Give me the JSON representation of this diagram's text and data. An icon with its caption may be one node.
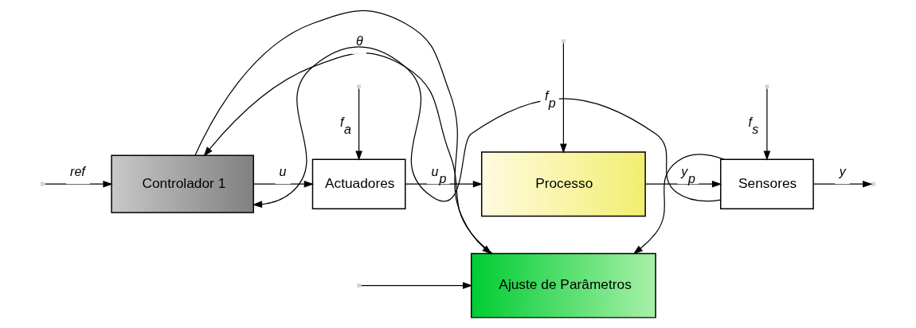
{
  "diagram": {
    "nodes": [
      {
        "text": [
          "Ajuste de Parâmetros"
        ]
      },
      {
        "text": [
          "Controlador 1"
        ]
      },
      {
        "text": [
          "Actuadores"
        ]
      },
      {
        "text": [
          "Processo"
        ]
      },
      {
        "text": [
          "Sensores"
        ]
      }
    ],
    "edges": [
      {
        "from": null,
        "to": 1,
        "arrow": "to",
        "label": "ref"
      },
      {
        "from": null,
        "to": 0,
        "arrow": "to"
      },
      {
        "from": 0,
        "to": 1,
        "arrow": "to",
        "label": "θ"
      },
      {
        "from": 1,
        "to": 2,
        "arrow": "to",
        "label": "u"
      },
      {
        "from": 1,
        "to": 0,
        "arrow": "to"
      },
      {
        "from": null,
        "to": 2,
        "arrow": "to",
        "label": "f$_{a}$"
      },
      {
        "from": 2,
        "to": 3,
        "arrow": "to",
        "label": "u$_{p}$"
      },
      {
        "from": null,
        "to": 3,
        "arrow": "to",
        "label": "f$_{p}$"
      },
      {
        "from": 3,
        "to": 4,
        "arrow": "to",
        "label": "y$_{p}$"
      },
      {
        "from": null,
        "to": 4,
        "arrow": "to",
        "label": "f$_{s}$"
      },
      {
        "from": 4,
        "to": null,
        "arrow": "to",
        "label": "y"
      },
      {
        "from": 4,
        "to": 0,
        "arrow": "to"
      },
      {
        "from": 4,
        "to": 1,
        "arrow": "to"
      }
    ]
  }
}
